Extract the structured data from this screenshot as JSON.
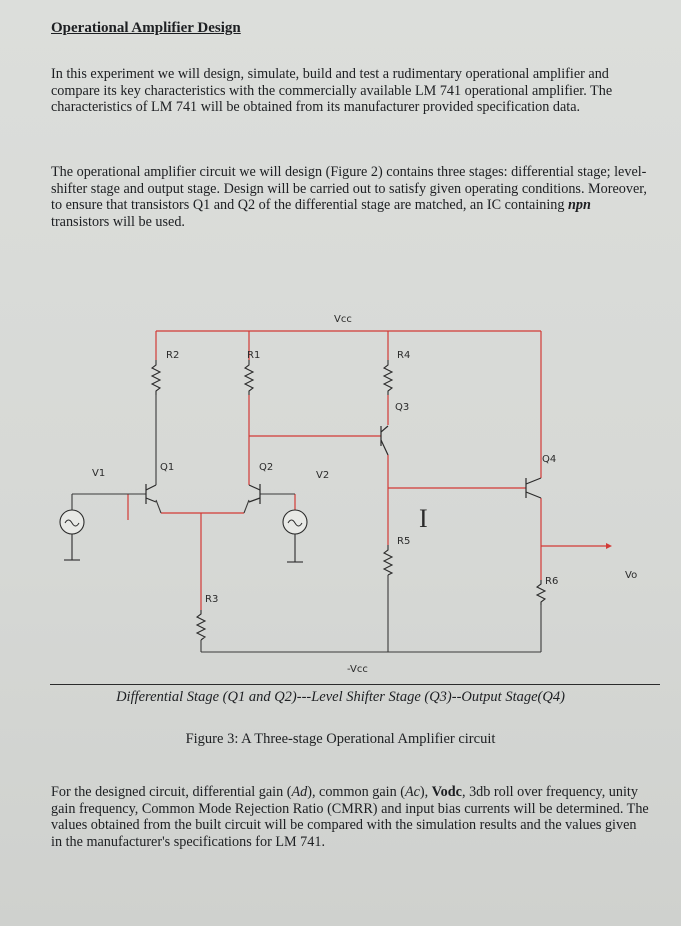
{
  "heading": "Operational Amplifier Design",
  "paragraph1": "In this experiment we will design, simulate, build and test a rudimentary operational amplifier and compare its key characteristics with the commercially available LM 741 operational amplifier. The characteristics of LM 741 will be obtained from its manufacturer provided specification data.",
  "paragraph2": {
    "before": "The operational amplifier circuit we will design (Figure 2) contains three stages: differential stage; level-shifter stage and output stage. Design will be carried out to satisfy given operating conditions. Moreover, to ensure that transistors Q1 and Q2 of the differential stage are matched, an IC containing ",
    "npn": "npn",
    "after": " transistors will be used."
  },
  "circuit": {
    "vcc": "Vcc",
    "neg_vcc": "-Vcc",
    "r1": "R1",
    "r2": "R2",
    "r3": "R3",
    "r4": "R4",
    "r5": "R5",
    "r6": "R6",
    "q1": "Q1",
    "q2": "Q2",
    "q3": "Q3",
    "q4": "Q4",
    "v1": "V1",
    "v2": "V2",
    "vo": "Vo",
    "current": "I"
  },
  "subcaption": "Differential Stage (Q1 and Q2)---Level Shifter Stage (Q3)--Output Stage(Q4)",
  "caption": "Figure 3: A Three-stage Operational Amplifier circuit",
  "paragraph3": {
    "t1": "For the designed circuit, differential gain (",
    "ad": "Ad",
    "t2": "), common gain (",
    "ac": "Ac",
    "t3": "), ",
    "vodc": "Vodc",
    "t4": ", 3db roll over frequency, unity gain frequency, Common Mode Rejection Ratio (CMRR) and input bias currents will be determined. The values obtained from the built circuit will be compared with the simulation results and the values given in the manufacturer's specifications for LM 741."
  },
  "colors": {
    "wire_red": "#d23a36",
    "wire_dark": "#3a3a3a"
  }
}
